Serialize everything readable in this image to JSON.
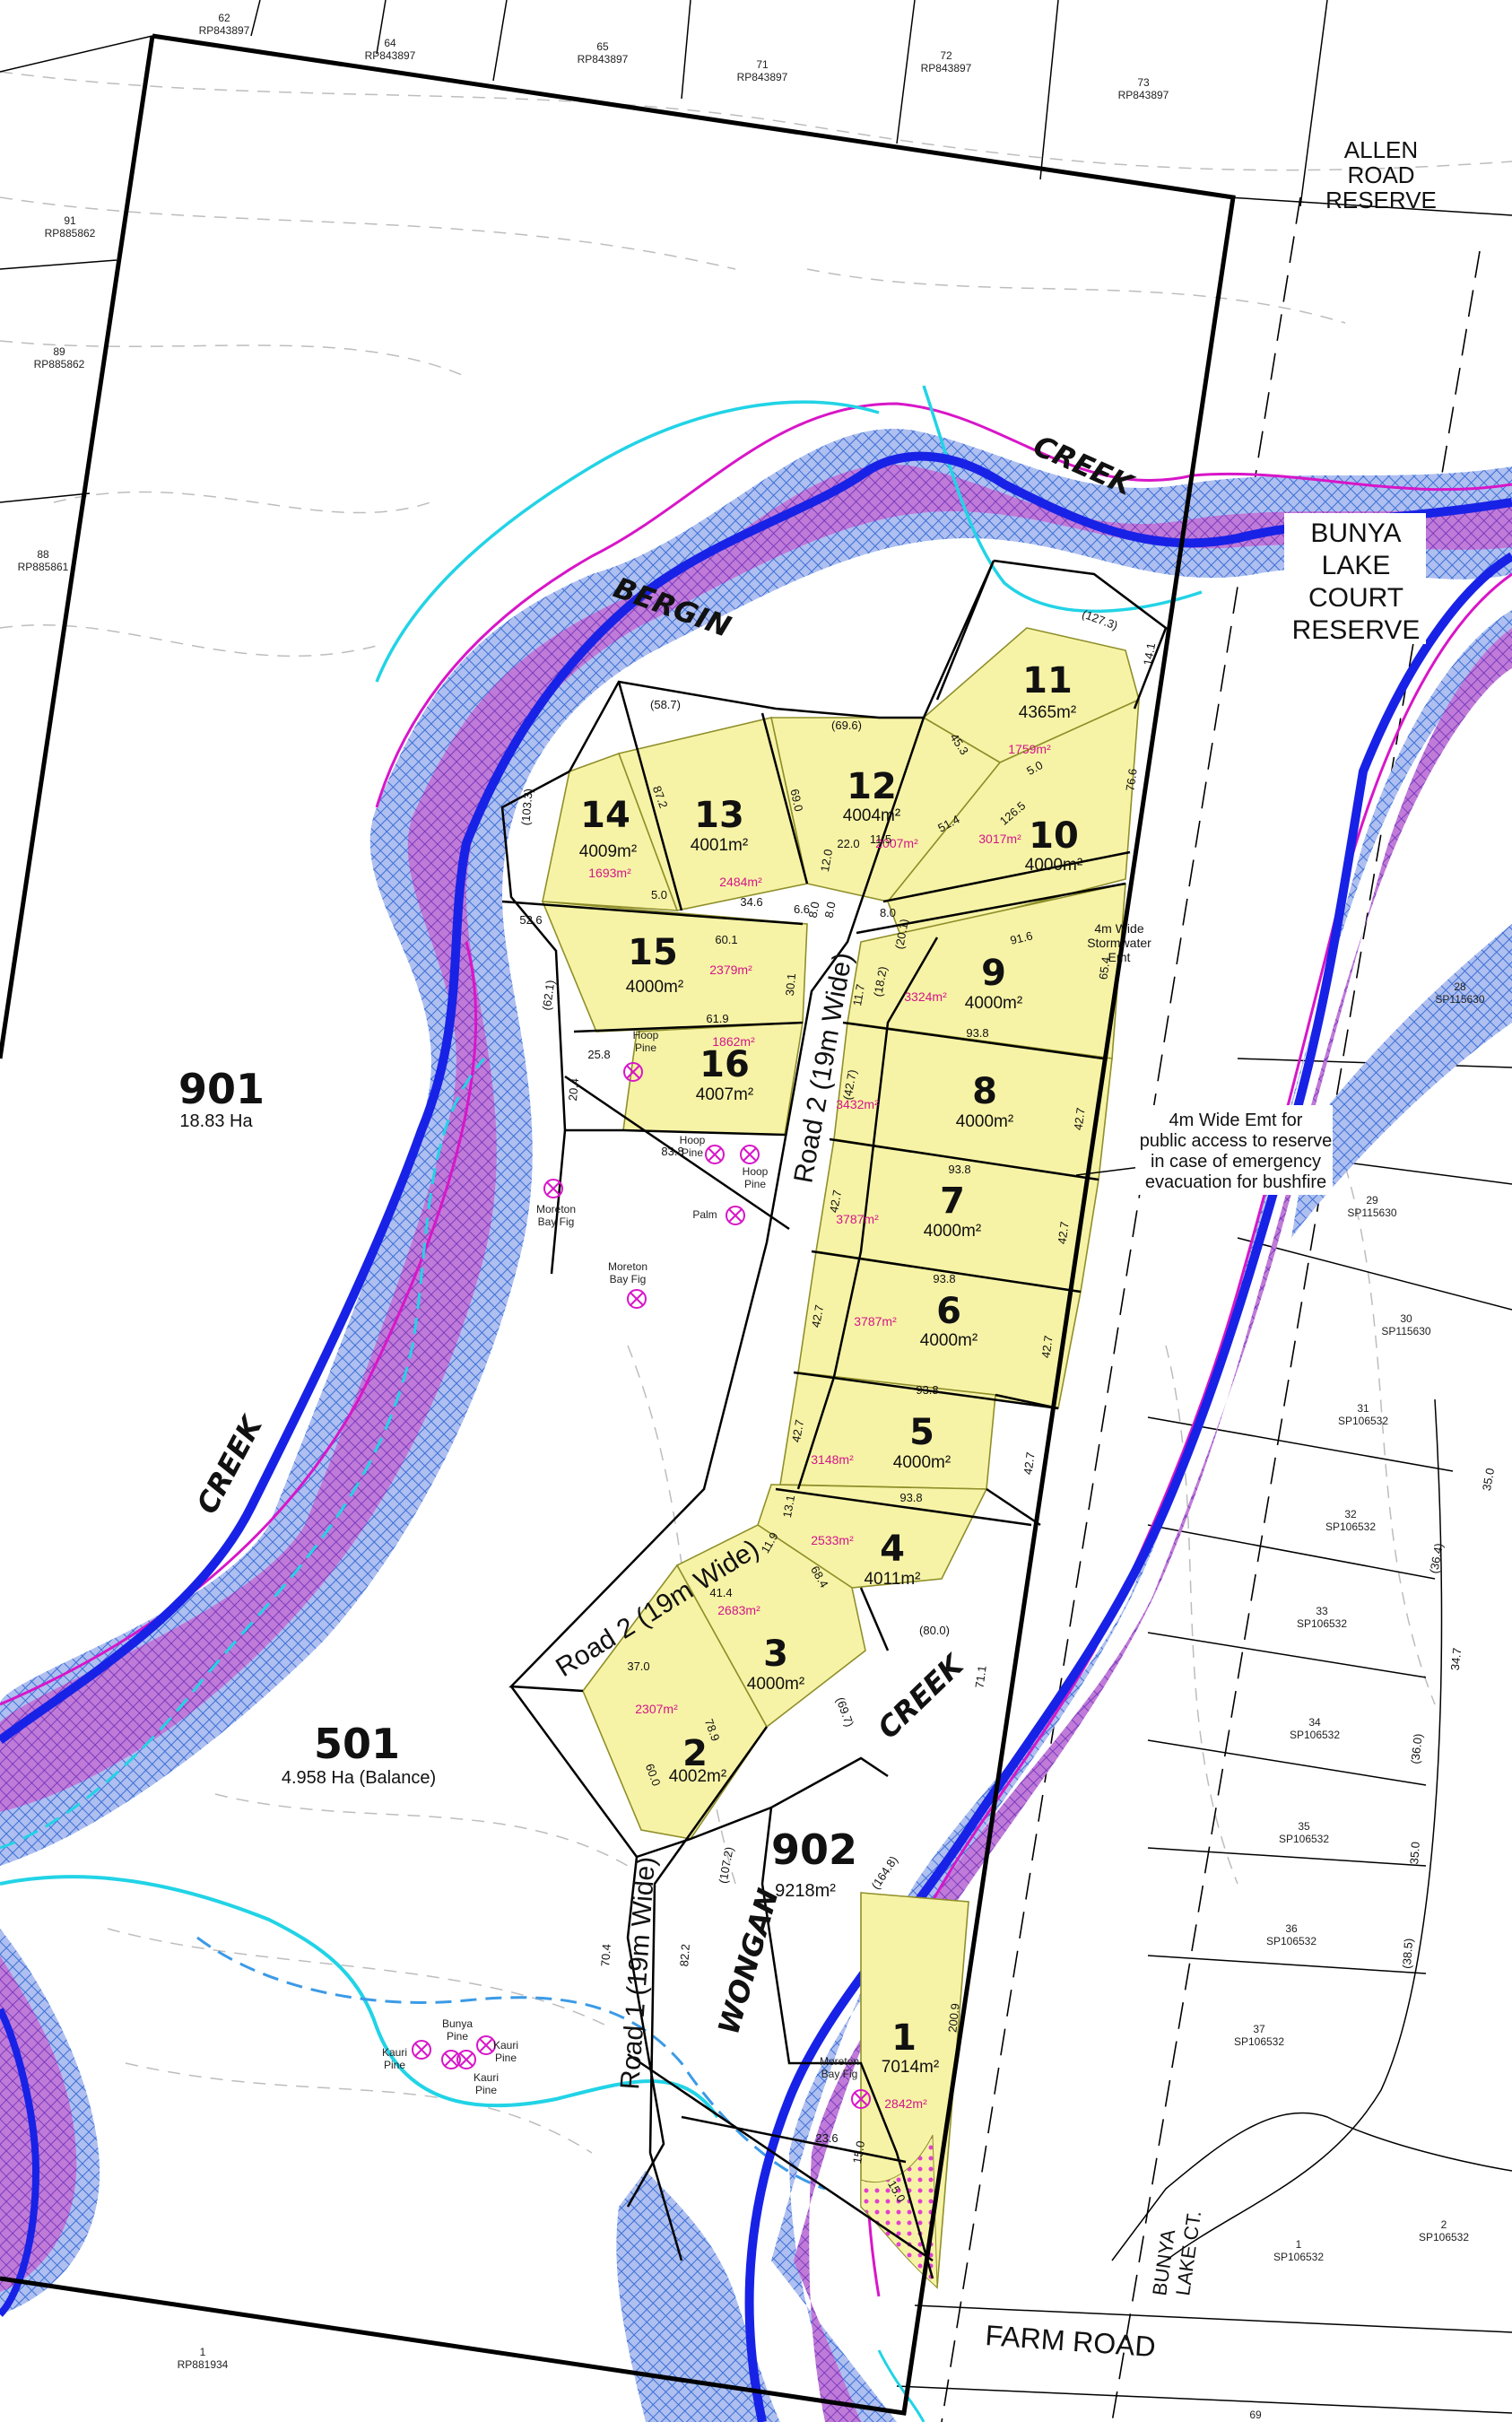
{
  "colors": {
    "lot_fill": "#f7f3a6",
    "flood_fill": "#c07ad8",
    "hatch_blue": "#3b6fd6",
    "creek_blue": "#1822e6",
    "cyan_line": "#22d3e6",
    "magenta_line": "#d816c8",
    "boundary": "#000000"
  },
  "lots": [
    {
      "number": "1",
      "area": "7014m²",
      "sub": "2842m²"
    },
    {
      "number": "2",
      "area": "4002m²",
      "sub": "2307m²"
    },
    {
      "number": "3",
      "area": "4000m²",
      "sub": "2683m²"
    },
    {
      "number": "4",
      "area": "4011m²",
      "sub": "2533m²"
    },
    {
      "number": "5",
      "area": "4000m²",
      "sub": "3148m²"
    },
    {
      "number": "6",
      "area": "4000m²",
      "sub": "3787m²"
    },
    {
      "number": "7",
      "area": "4000m²",
      "sub": "3787m²"
    },
    {
      "number": "8",
      "area": "4000m²",
      "sub": "3432m²"
    },
    {
      "number": "9",
      "area": "4000m²",
      "sub": "3324m²"
    },
    {
      "number": "10",
      "area": "4000m²",
      "sub": "3017m²"
    },
    {
      "number": "11",
      "area": "4365m²",
      "sub": "1759m²"
    },
    {
      "number": "12",
      "area": "4004m²",
      "sub": "2007m²"
    },
    {
      "number": "13",
      "area": "4001m²",
      "sub": "2484m²"
    },
    {
      "number": "14",
      "area": "4009m²",
      "sub": "1693m²"
    },
    {
      "number": "15",
      "area": "4000m²",
      "sub": "2379m²"
    },
    {
      "number": "16",
      "area": "4007m²",
      "sub": "1862m²"
    }
  ],
  "big_lots": {
    "lot901": {
      "number": "901",
      "area": "18.83 Ha"
    },
    "lot501": {
      "number": "501",
      "area": "4.958 Ha (Balance)"
    },
    "lot902": {
      "number": "902",
      "area": "9218m²"
    }
  },
  "roads": {
    "road2_upper": "Road 2 (19m Wide)",
    "road2_lower": "Road 2 (19m Wide)",
    "road1": "Road 1 (19m Wide)",
    "farm_road": "FARM ROAD",
    "bunya_ct_1": "BUNYA",
    "bunya_ct_2": "LAKE CT."
  },
  "creeks": {
    "creek_top": "CREEK",
    "bergin": "BERGIN",
    "creek_left": "CREEK",
    "creek_mid": "CREEK",
    "wongan": "WONGAN"
  },
  "reserves": {
    "allen": [
      "ALLEN",
      "ROAD",
      "RESERVE"
    ],
    "bunya": [
      "BUNYA",
      "LAKE",
      "COURT",
      "RESERVE"
    ]
  },
  "easements": {
    "stormwater": [
      "4m Wide",
      "Stormwater",
      "Emt"
    ],
    "access": [
      "4m Wide Emt for",
      "public access to reserve",
      "in case of emergency",
      "evacuation for bushfire"
    ]
  },
  "trees": {
    "hoop1": [
      "Hoop",
      "Pine"
    ],
    "hoop2": [
      "Hoop",
      "Pine"
    ],
    "hoop3": [
      "Hoop",
      "Pine"
    ],
    "moreton1": [
      "Moreton",
      "Bay Fig"
    ],
    "moreton2": [
      "Moreton",
      "Bay Fig"
    ],
    "moreton3": [
      "Moreton",
      "Bay Fig"
    ],
    "palm": "Palm",
    "kauri1": [
      "Kauri",
      "Pine"
    ],
    "kauri2": [
      "Kauri",
      "Pine"
    ],
    "kauri3": [
      "Kauri",
      "Pine"
    ],
    "bunya": [
      "Bunya",
      "Pine"
    ]
  },
  "parcels": {
    "p62": [
      "62",
      "RP843897"
    ],
    "p64": [
      "64",
      "RP843897"
    ],
    "p65": [
      "65",
      "RP843897"
    ],
    "p71": [
      "71",
      "RP843897"
    ],
    "p72": [
      "72",
      "RP843897"
    ],
    "p73": [
      "73",
      "RP843897"
    ],
    "p91": [
      "91",
      "RP885862"
    ],
    "p89": [
      "89",
      "RP885862"
    ],
    "p88": [
      "88",
      "RP885861"
    ],
    "p28": [
      "28",
      "SP115630"
    ],
    "p29": [
      "29",
      "SP115630"
    ],
    "p30": [
      "30",
      "SP115630"
    ],
    "p31": [
      "31",
      "SP106532"
    ],
    "p32": [
      "32",
      "SP106532"
    ],
    "p33": [
      "33",
      "SP106532"
    ],
    "p34": [
      "34",
      "SP106532"
    ],
    "p35": [
      "35",
      "SP106532"
    ],
    "p36": [
      "36",
      "SP106532"
    ],
    "p37": [
      "37",
      "SP106532"
    ],
    "p1b": [
      "1",
      "SP106532"
    ],
    "p2b": [
      "2",
      "SP106532"
    ],
    "p1rp": [
      "1",
      "RP881934"
    ],
    "p69": "69"
  },
  "dimensions": {
    "d1": "(58.7)",
    "d2": "87.2",
    "d3": "69.0",
    "d4": "(69.6)",
    "d5": "45.3",
    "d6": "(127.3)",
    "d7": "14.1",
    "d8": "5.0",
    "d9": "76.6",
    "d10": "51.4",
    "d11": "126.5",
    "d12": "22.0",
    "d13": "11.5",
    "d14": "8.0",
    "d15": "(20.1)",
    "d16": "91.6",
    "d17": "65.4",
    "d18": "5.0",
    "d19": "34.6",
    "d20": "6.6",
    "d21": "8.0",
    "d22": "8.0",
    "d23": "12.0",
    "d24": "52.6",
    "d25": "60.1",
    "d26": "30.1",
    "d27": "11.7",
    "d28": "(18.2)",
    "d29": "61.9",
    "d30": "93.8",
    "d31": "(42.7)",
    "d32": "42.7",
    "d33": "25.8",
    "d34": "20.4",
    "d35": "(62.1)",
    "d36": "83.8",
    "d37": "93.8",
    "d38": "42.7",
    "d39": "42.7",
    "d40": "93.8",
    "d41": "42.7",
    "d42": "42.7",
    "d43": "93.8",
    "d44": "42.7",
    "d45": "42.7",
    "d46": "93.8",
    "d47": "13.1",
    "d48": "11.9",
    "d49": "41.4",
    "d50": "68.4",
    "d51": "(80.0)",
    "d52": "37.0",
    "d53": "78.9",
    "d54": "(69.7)",
    "d55": "60.0",
    "d56": "(107.2)",
    "d57": "(164.8)",
    "d58": "70.4",
    "d59": "82.2",
    "d60": "200.9",
    "d61": "23.6",
    "d62": "15.0",
    "d63": "15.0",
    "d64": "71.1",
    "d65": "35.0",
    "d66": "(36.4)",
    "d67": "34.7",
    "d68": "(36.0)",
    "d69": "35.0",
    "d70": "(38.5)",
    "d71": "(103.3)"
  }
}
